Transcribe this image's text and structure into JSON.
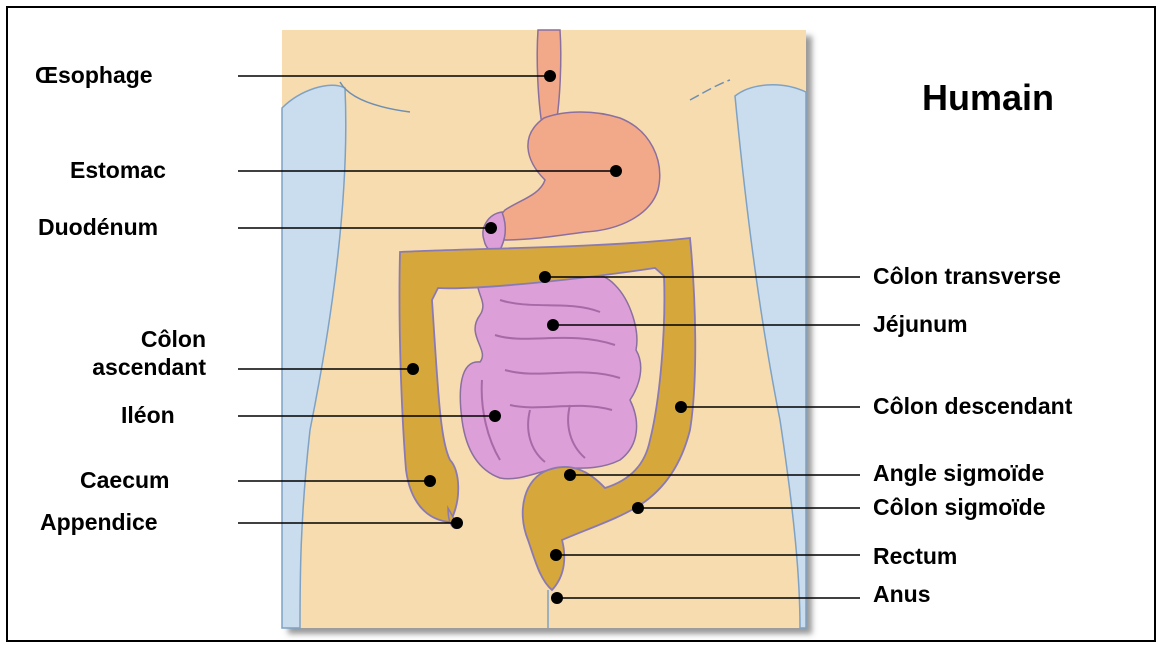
{
  "title": "Humain",
  "labels": {
    "oesophage": "Œsophage",
    "estomac": "Estomac",
    "duodenum": "Duodénum",
    "colon_ascendant": [
      "Côlon",
      "ascendant"
    ],
    "ileon": "Iléon",
    "caecum": "Caecum",
    "appendice": "Appendice",
    "colon_transverse": "Côlon transverse",
    "jejunum": "Jéjunum",
    "colon_descendant": "Côlon descendant",
    "angle_sigmoide": "Angle sigmoïde",
    "colon_sigmoide": "Côlon sigmoïde",
    "rectum": "Rectum",
    "anus": "Anus"
  },
  "colors": {
    "background_panel": "#f7dcb0",
    "limb": "#c9ddee",
    "stomach": "#f2a98a",
    "colon": "#d6a73a",
    "small_intestine": "#dc9fd8",
    "leader_line": "#000000"
  }
}
